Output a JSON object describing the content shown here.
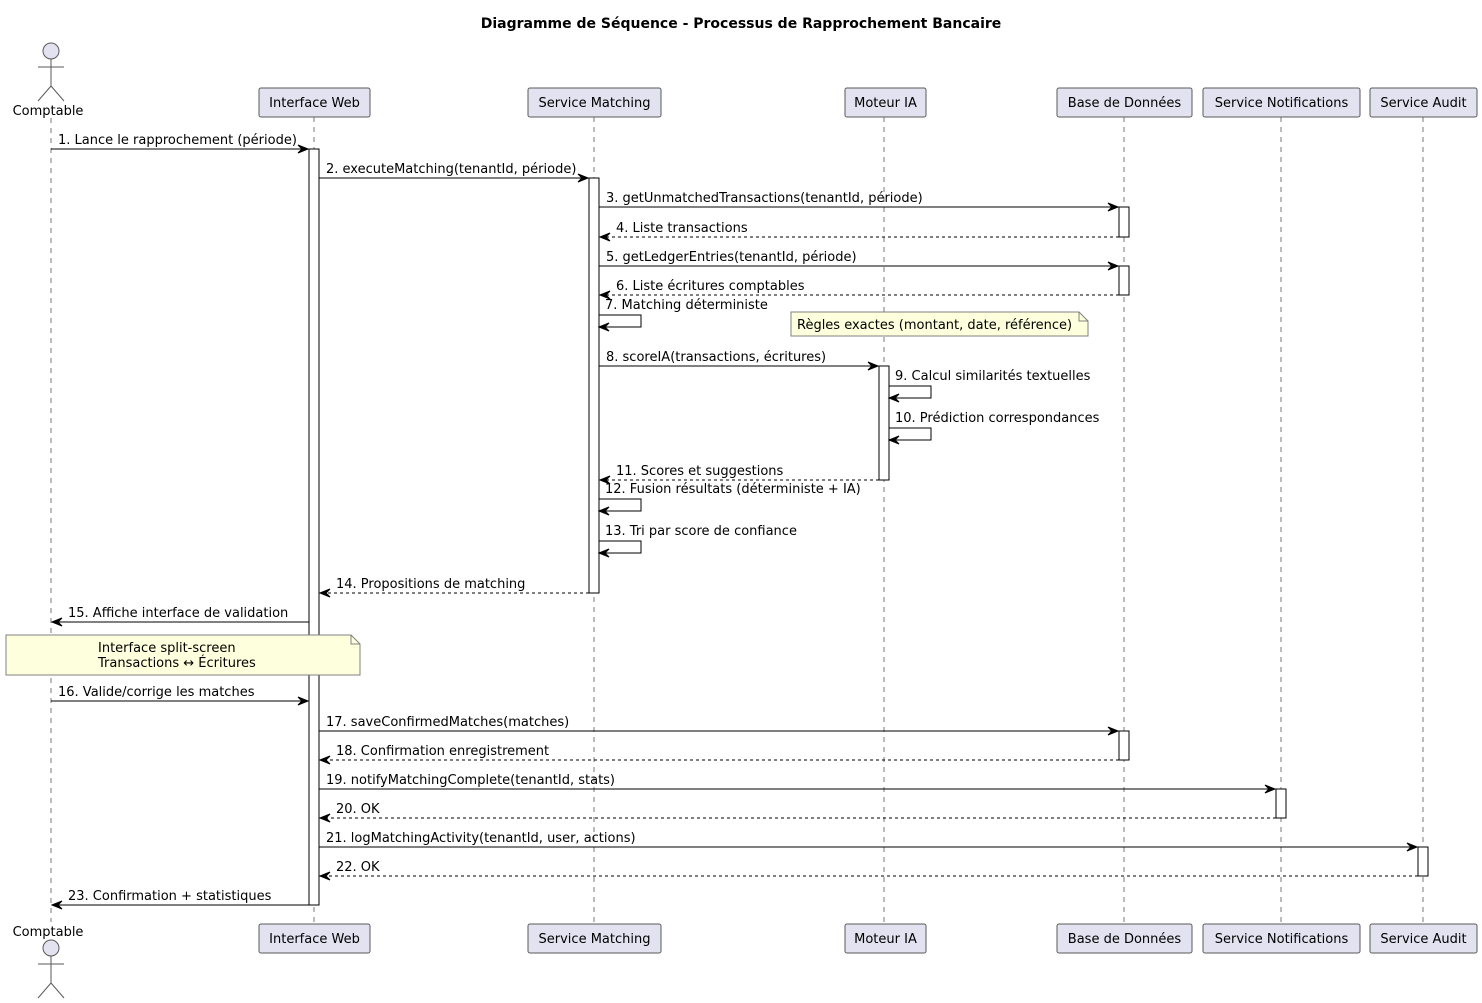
{
  "title": "Diagramme de Séquence - Processus de Rapprochement Bancaire",
  "participants": [
    {
      "id": "comptable",
      "label": "Comptable",
      "kind": "actor"
    },
    {
      "id": "web",
      "label": "Interface Web",
      "kind": "participant"
    },
    {
      "id": "matching",
      "label": "Service Matching",
      "kind": "participant"
    },
    {
      "id": "ia",
      "label": "Moteur IA",
      "kind": "participant"
    },
    {
      "id": "db",
      "label": "Base de Données",
      "kind": "participant"
    },
    {
      "id": "notif",
      "label": "Service Notifications",
      "kind": "participant"
    },
    {
      "id": "audit",
      "label": "Service Audit",
      "kind": "participant"
    }
  ],
  "messages": [
    {
      "from": "comptable",
      "to": "web",
      "label": "1. Lance le rapprochement (période)",
      "type": "sync"
    },
    {
      "from": "web",
      "to": "matching",
      "label": "2. executeMatching(tenantId, période)",
      "type": "sync"
    },
    {
      "from": "matching",
      "to": "db",
      "label": "3. getUnmatchedTransactions(tenantId, période)",
      "type": "sync"
    },
    {
      "from": "db",
      "to": "matching",
      "label": "4. Liste transactions",
      "type": "return"
    },
    {
      "from": "matching",
      "to": "db",
      "label": "5. getLedgerEntries(tenantId, période)",
      "type": "sync"
    },
    {
      "from": "db",
      "to": "matching",
      "label": "6. Liste écritures comptables",
      "type": "return"
    },
    {
      "from": "matching",
      "to": "matching",
      "label": "7. Matching déterministe",
      "type": "self"
    },
    {
      "from": "matching",
      "to": "ia",
      "label": "8. scoreIA(transactions, écritures)",
      "type": "sync"
    },
    {
      "from": "ia",
      "to": "ia",
      "label": "9. Calcul similarités textuelles",
      "type": "self"
    },
    {
      "from": "ia",
      "to": "ia",
      "label": "10. Prédiction correspondances",
      "type": "self"
    },
    {
      "from": "ia",
      "to": "matching",
      "label": "11. Scores et suggestions",
      "type": "return"
    },
    {
      "from": "matching",
      "to": "matching",
      "label": "12. Fusion résultats (déterministe + IA)",
      "type": "self"
    },
    {
      "from": "matching",
      "to": "matching",
      "label": "13. Tri par score de confiance",
      "type": "self"
    },
    {
      "from": "matching",
      "to": "web",
      "label": "14. Propositions de matching",
      "type": "return"
    },
    {
      "from": "web",
      "to": "comptable",
      "label": "15. Affiche interface de validation",
      "type": "sync"
    },
    {
      "from": "comptable",
      "to": "web",
      "label": "16. Valide/corrige les matches",
      "type": "sync"
    },
    {
      "from": "web",
      "to": "db",
      "label": "17. saveConfirmedMatches(matches)",
      "type": "sync"
    },
    {
      "from": "db",
      "to": "web",
      "label": "18. Confirmation enregistrement",
      "type": "return"
    },
    {
      "from": "web",
      "to": "notif",
      "label": "19. notifyMatchingComplete(tenantId, stats)",
      "type": "sync"
    },
    {
      "from": "notif",
      "to": "web",
      "label": "20. OK",
      "type": "return"
    },
    {
      "from": "web",
      "to": "audit",
      "label": "21. logMatchingActivity(tenantId, user, actions)",
      "type": "sync"
    },
    {
      "from": "audit",
      "to": "web",
      "label": "22. OK",
      "type": "return"
    },
    {
      "from": "web",
      "to": "comptable",
      "label": "23. Confirmation + statistiques",
      "type": "sync"
    }
  ],
  "notes": [
    {
      "lines": [
        "Règles exactes (montant, date, référence)"
      ]
    },
    {
      "lines": [
        "Interface split-screen",
        "Transactions ↔ Écritures"
      ]
    }
  ]
}
